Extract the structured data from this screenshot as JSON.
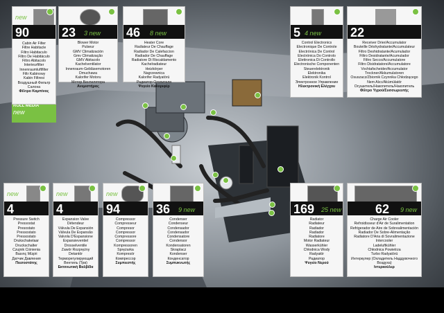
{
  "colors": {
    "accent": "#7ac143",
    "dark": "#111111",
    "panel": "#f6f6f6"
  },
  "new_word": "new",
  "roll_media": {
    "label": "ROLL MEDIA",
    "new": "new"
  },
  "boxes": {
    "cabin": {
      "count": "90",
      "new": "",
      "items": [
        "Cabin Air Filter",
        "Filtre Habitacle",
        "Filtro Habitaculo",
        "Filtro De Habitáculo",
        "Filtro Abitacolo",
        "Interieurfilter",
        "Innenraumluftfilter",
        "Filtr Kabinowy",
        "Kabin Filtresi",
        "Воздушный Фильтр Салона",
        "Φίλτρο Καμπίνας"
      ]
    },
    "blower": {
      "count": "23",
      "new": "3 new",
      "items": [
        "Blower Motor",
        "Pulseur",
        "GMV Climatización",
        "Gmv Climatização",
        "GMV Abitacolo",
        "Kachelventilator",
        "Innenraum-Gebläsemotoren",
        "Dmuchawa",
        "Kalorifer Motoru",
        "Мотор Вентилятора",
        "Ανεμιστήρας"
      ]
    },
    "heater": {
      "count": "46",
      "new": "8 new",
      "items": [
        "Heater Core",
        "Radiateur De Chauffage",
        "Radiador De Calefaccion",
        "Radiador De Chauffage",
        "Radiatore Di Riscaldamento",
        "Kachelradiateur",
        "Heizkörper",
        "Nagrzewnica",
        "Kalorifer Radyatörü",
        "Радиатор Отопителя",
        "Ψυγείο Καλοριφέρ"
      ]
    },
    "control": {
      "count": "5",
      "new": "4 new",
      "items": [
        "Control Electronics",
        "Electronique De Controle",
        "Electrónica De Control",
        "Electrónica Do Controlo",
        "Elettronica Di Controllo",
        "Electronische Componenten",
        "Steuerelektronik",
        "Elektronika",
        "Elektronik Kontrol",
        "Электронное Управление",
        "Ηλεκτρονική Ελέγχου"
      ]
    },
    "receiver": {
      "count": "22",
      "new": "",
      "items": [
        "Receiver Drier/Accumulator",
        "Bouteille Déshydratante/Accumulateur",
        "Filtro Deshidratante/Acumulador",
        "Filtro Desidratante/Acumulador",
        "Filtro Secco/Accumulatore",
        "Filtro Disidratatore/Accumulatore",
        "Vochtafscheider/Accumulator",
        "Trockner/Akkumulatoren",
        "Osuszacz/Zbiornik Czynnika Chłodzącego",
        "Nem Alıcı/Akümülatör",
        "Осушитель/Накопитель/Накопитель",
        "Φίλτρο Υγρού/Συσσωρευτής"
      ]
    },
    "pressure": {
      "count": "4",
      "new": "",
      "items": [
        "Pressure Switch",
        "Pressostat",
        "Presostato",
        "Pressostato",
        "Pressostato",
        "Drukschakelaar",
        "Druckschalter",
        "Czujnik Ciśnienia",
        "Basınç Müşiri",
        "Датчик Давления",
        "Πιεσοστάτης"
      ]
    },
    "expansion": {
      "count": "4",
      "new": "",
      "items": [
        "Expansion Valve",
        "Détendeur",
        "Válvula De Expansión",
        "Válvula De Expansão",
        "Valvola D'Espansione",
        "Expansieventiel",
        "Drosselventile",
        "Zawór Rozprężny",
        "Detantör",
        "Терморегулирующий Вентиль (Трв)",
        "Εκτονωτική Βαλβίδα"
      ]
    },
    "compressor": {
      "count": "94",
      "new": "",
      "items": [
        "Compressor",
        "Compresseur",
        "Compresor",
        "Compressor",
        "Compressore",
        "Compressor",
        "Kompressoren",
        "Sprężarka",
        "Kompresör",
        "Компрессор",
        "Συμπιεστής"
      ]
    },
    "condenser": {
      "count": "36",
      "new": "9 new",
      "items": [
        "Condenser",
        "Condenseur",
        "Condensador",
        "Condensador",
        "Condensatore",
        "Condensor",
        "Kondensatoren",
        "Skraplacz",
        "Kondenser",
        "Конденсатор",
        "Συμπυκνωτής"
      ]
    },
    "radiator": {
      "count": "169",
      "new": "25 new",
      "items": [
        "Radiator",
        "Radiateur",
        "Radiador",
        "Radiador",
        "Radiatore",
        "Motor Radiateur",
        "Wasserkühler",
        "Chłodnica Wody",
        "Radyatör",
        "Радиатор",
        "Ψυγείο Νερού"
      ]
    },
    "charge": {
      "count": "62",
      "new": "9 new",
      "items": [
        "Charge Air Cooler",
        "Refroidisseur d'Air de Suralimentation",
        "Refrigerador de Aire de Sobrealimentación",
        "Radiador De Sobre-Alimentação",
        "Radiatore D'Aria di Sovralimentazione",
        "Intercooler",
        "Ladeluftkühler",
        "Chłodnica Powietrza",
        "Turbo Radyatörü",
        "Интеркулер (Охладитель Наддувочного Воздуха)",
        "Ιντερκούλερ"
      ]
    }
  }
}
